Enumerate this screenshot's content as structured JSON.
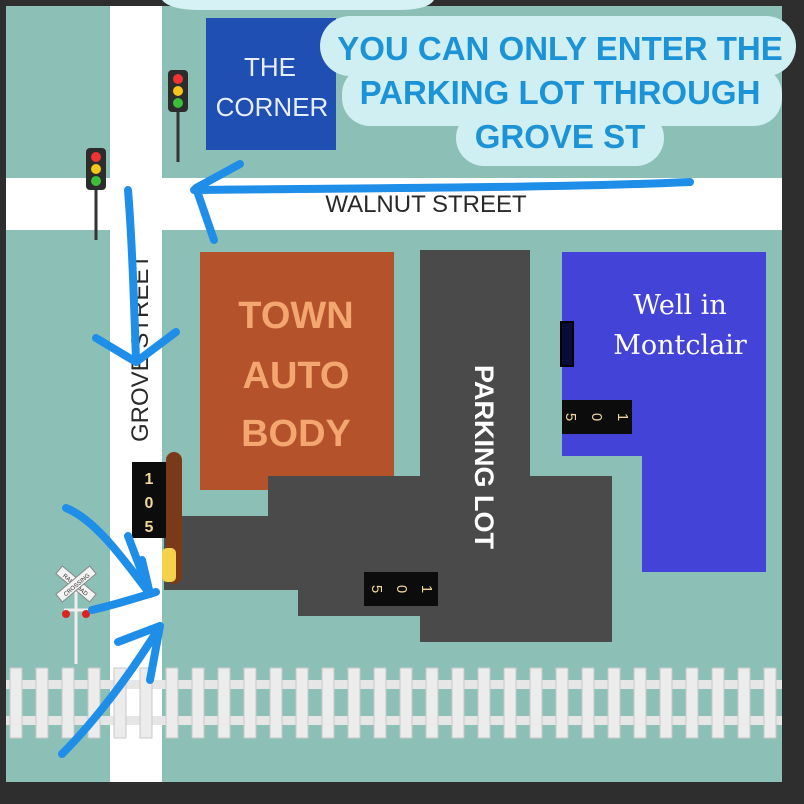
{
  "banner": {
    "line1": "YOU CAN ONLY ENTER THE",
    "line2": "PARKING LOT THROUGH",
    "line3": "GROVE ST"
  },
  "buildings": {
    "corner_line1": "THE",
    "corner_line2": "CORNER",
    "town_line1": "TOWN",
    "town_line2": "AUTO",
    "town_line3": "BODY",
    "well_line1": "Well in",
    "well_line2": "Montclair"
  },
  "streets": {
    "walnut": "WALNUT STREET",
    "grove": "GROVE STREET"
  },
  "parking": {
    "label": "PARKING LOT",
    "sign_number": "105"
  },
  "crossing_sign": {
    "line1": "RAILROAD",
    "line2": "CROSSING"
  },
  "colors": {
    "background": "#8cbfb6",
    "road": "#ffffff",
    "corner": "#1f4fb3",
    "town_auto_body": "#b3522b",
    "town_text": "#f3a66f",
    "well": "#4343d8",
    "parking": "#4a4a4a",
    "arrow": "#1e8ee8",
    "banner_bg": "#cfeff2",
    "banner_text": "#1b93d6"
  }
}
